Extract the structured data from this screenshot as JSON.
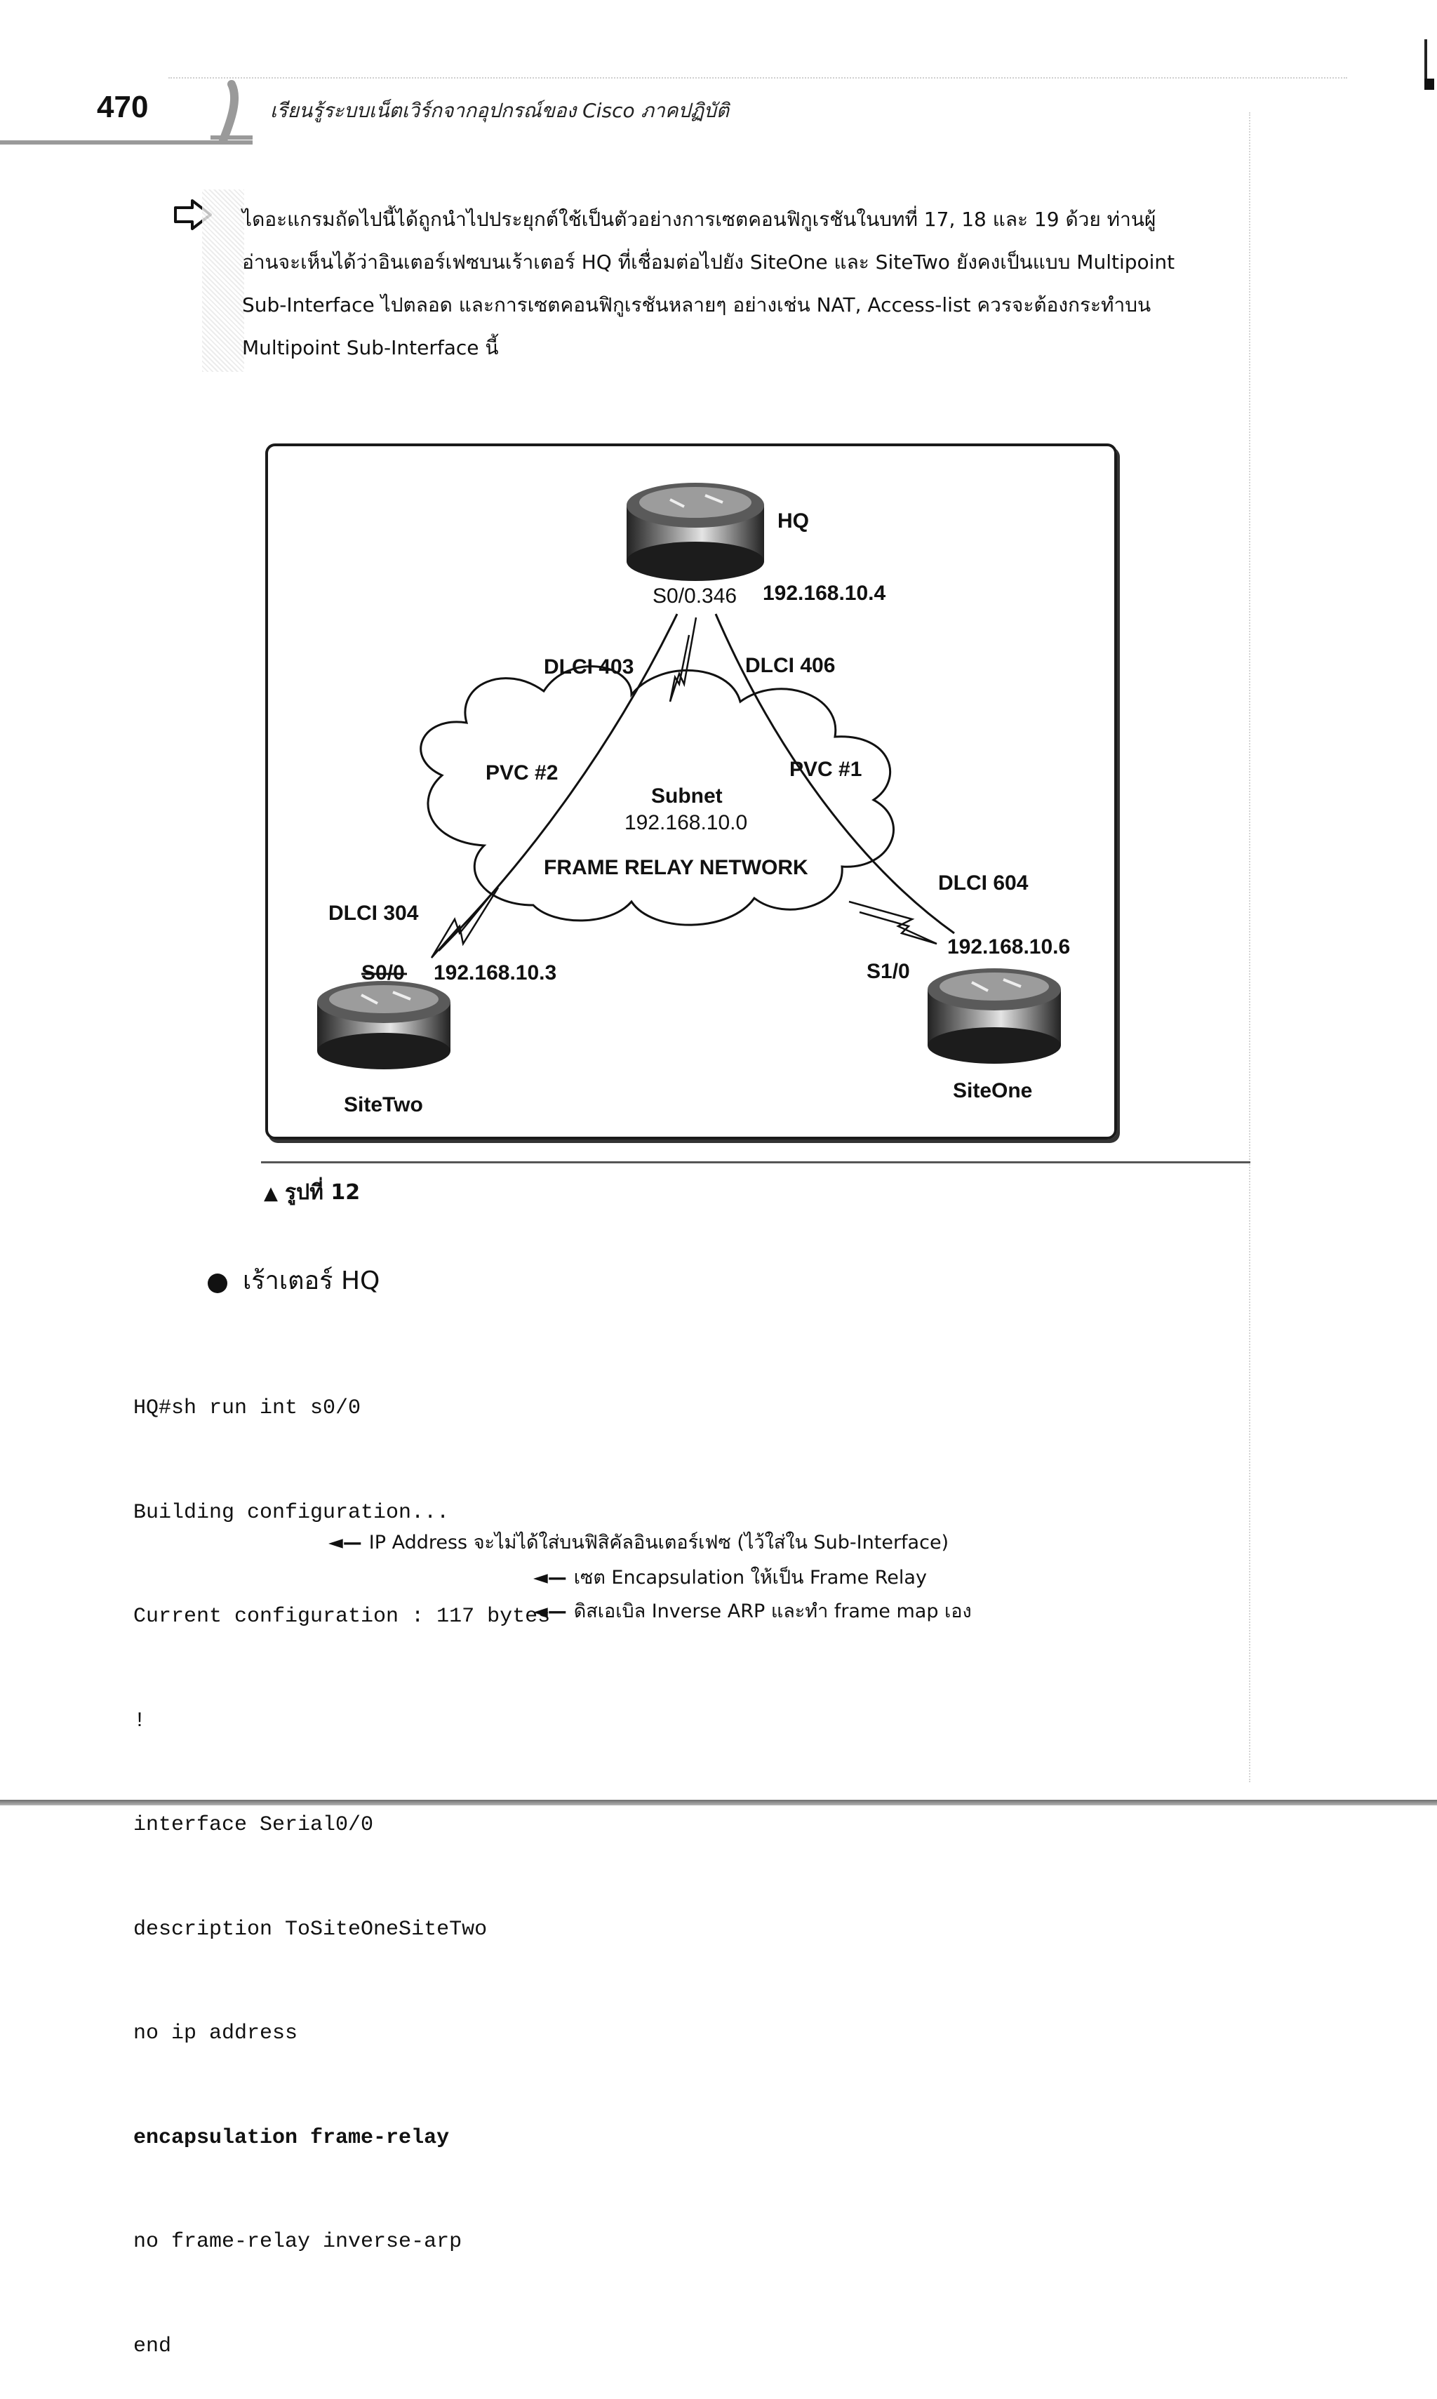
{
  "header": {
    "page_number": "470",
    "book_title": "เรียนรู้ระบบเน็ตเวิร์กจากอุปกรณ์ของ Cisco ภาคปฏิบัติ"
  },
  "note": {
    "lines": [
      "ไดอะแกรมถัดไปนี้ได้ถูกนำไปประยุกต์ใช้เป็นตัวอย่างการเซตคอนฟิกูเรชันในบทที่ 17, 18 และ 19 ด้วย ท่านผู้",
      "อ่านจะเห็นได้ว่าอินเตอร์เฟซบนเร้าเตอร์ HQ ที่เชื่อมต่อไปยัง SiteOne และ SiteTwo ยังคงเป็นแบบ Multipoint",
      "Sub-Interface ไปตลอด และการเซตคอนฟิกูเรชันหลายๆ อย่างเช่น NAT, Access-list ควรจะต้องกระทำบน",
      "Multipoint Sub-Interface นี้"
    ]
  },
  "diagram": {
    "hq": {
      "name": "HQ",
      "interface": "S0/0.346",
      "ip": "192.168.10.4"
    },
    "site_two": {
      "name": "SiteTwo",
      "interface": "S0/0",
      "ip": "192.168.10.3"
    },
    "site_one": {
      "name": "SiteOne",
      "interface": "S1/0",
      "ip": "192.168.10.6"
    },
    "dlci_403": "DLCI 403",
    "dlci_406": "DLCI 406",
    "dlci_304": "DLCI 304",
    "dlci_604": "DLCI 604",
    "pvc_2": "PVC #2",
    "pvc_1": "PVC #1",
    "cloud": {
      "subnet_label": "Subnet",
      "subnet": "192.168.10.0",
      "network": "FRAME RELAY NETWORK"
    }
  },
  "caption": {
    "marker": "▲",
    "text": "รูปที่ 12"
  },
  "section": {
    "heading": "เร้าเตอร์ HQ"
  },
  "code": {
    "lines": [
      "HQ#sh run int s0/0",
      "Building configuration...",
      "Current configuration : 117 bytes",
      "!",
      "interface Serial0/0",
      "description ToSiteOneSiteTwo",
      "no ip address",
      "encapsulation frame-relay",
      "no frame-relay inverse-arp",
      "end"
    ]
  },
  "annotations": {
    "arrow": "◄—",
    "ip_address": "IP Address จะไม่ได้ใส่บนฟิสิคัลอินเตอร์เฟซ (ไว้ใส่ใน Sub-Interface)",
    "encapsulation": "เซต Encapsulation ให้เป็น Frame Relay",
    "inverse_arp": "ดิสเอเบิล Inverse ARP และทำ frame map เอง"
  }
}
